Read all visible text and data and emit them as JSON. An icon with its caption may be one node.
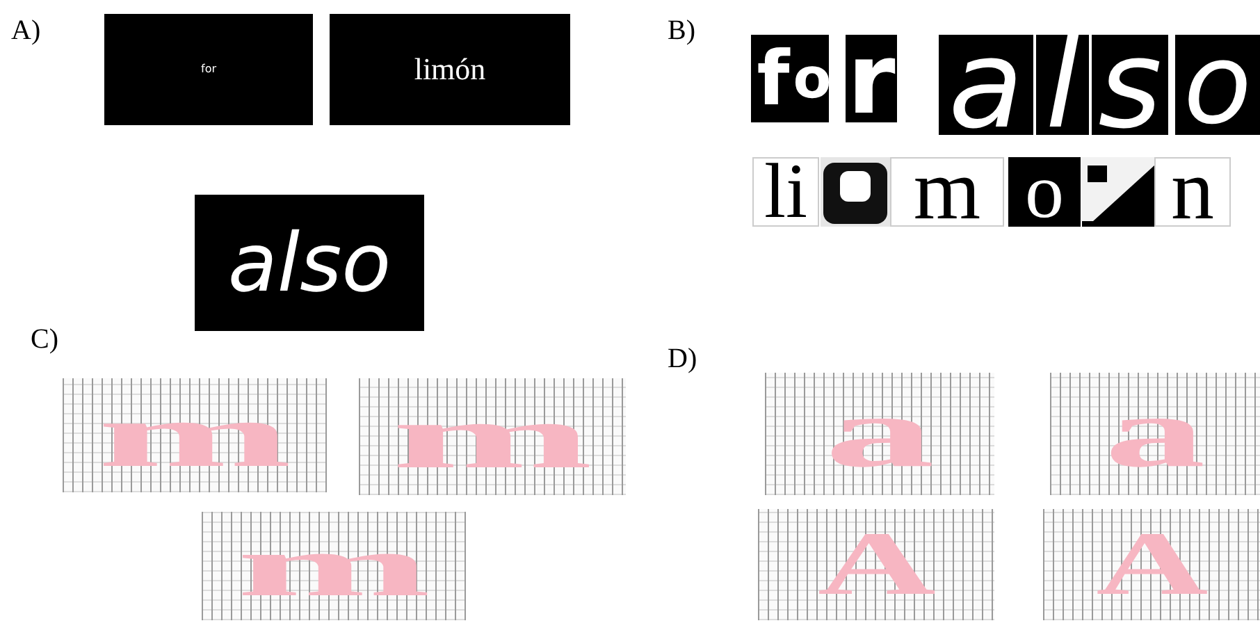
{
  "diagram": {
    "labels": [
      "A)",
      "for",
      "limón",
      "also",
      "B)",
      "f",
      "o",
      "r",
      "a",
      "l",
      "s",
      "o",
      "li",
      "m",
      "o",
      "n",
      "C)",
      "m",
      "m",
      "m",
      "D)",
      "a",
      "a",
      "A",
      "A"
    ]
  }
}
